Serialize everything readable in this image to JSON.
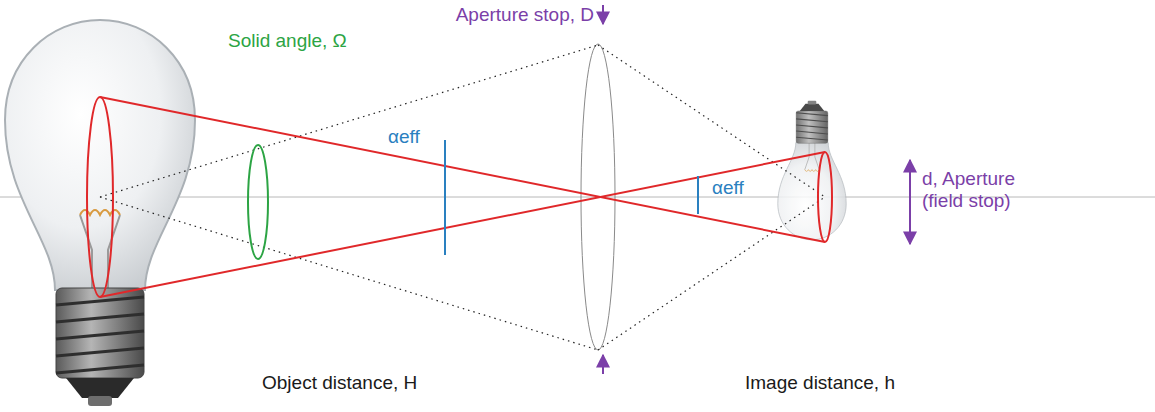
{
  "diagram": {
    "labels": [
      "Aperture stop, D",
      "Solid angle, Ω",
      "αeff",
      "αeff",
      "d, Aperture (field stop)",
      "Object distance, H",
      "Image distance, h"
    ]
  }
}
